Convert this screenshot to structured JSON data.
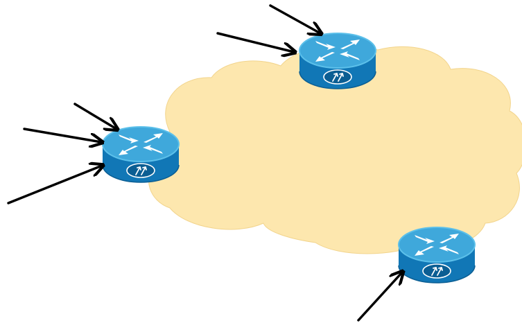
{
  "diagram": {
    "cloud": {
      "fill": "#FDE7AE",
      "stroke": "#F2D48C"
    },
    "router_colors": {
      "top": "#3FA8DB",
      "side": "#1177B6",
      "side_dark": "#0B5E93",
      "rim": "#5CC0EA",
      "glyph": "#FFFFFF"
    },
    "routers": [
      {
        "id": "router-top",
        "icon": "router-icon",
        "inbound_arrows": 2
      },
      {
        "id": "router-left",
        "icon": "router-icon",
        "inbound_arrows": 3
      },
      {
        "id": "router-bottom-right",
        "icon": "router-icon",
        "inbound_arrows": 1
      }
    ],
    "arrow_color": "#000000"
  }
}
